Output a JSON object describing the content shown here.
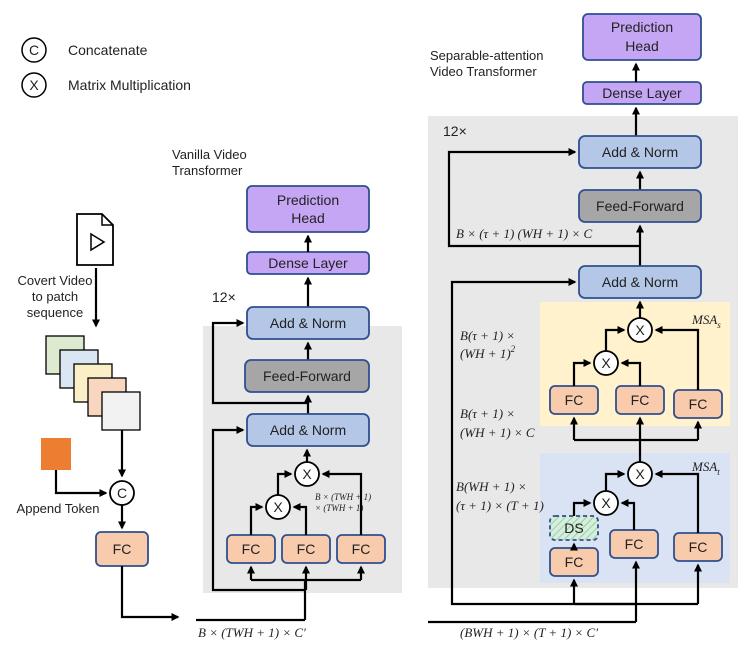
{
  "legend": {
    "concat_symbol": "C",
    "concat_label": "Concatenate",
    "matmul_symbol": "X",
    "matmul_label": "Matrix Multiplication"
  },
  "left": {
    "convert_label_1": "Covert Video",
    "convert_label_2": "to patch",
    "convert_label_3": "sequence",
    "append_label": "Append Token",
    "concat_symbol": "C",
    "fc_label": "FC"
  },
  "vanilla": {
    "title_1": "Vanilla Video",
    "title_2": "Transformer",
    "repeat": "12×",
    "prediction_head_1": "Prediction",
    "prediction_head_2": "Head",
    "dense_layer": "Dense Layer",
    "add_norm_top": "Add & Norm",
    "feed_forward": "Feed-Forward",
    "add_norm_bottom": "Add & Norm",
    "mult_symbol": "X",
    "fc": "FC",
    "shape_annot_1": "B × (TWH + 1)",
    "shape_annot_2": "× (TWH + 1)",
    "input_shape": "B × (TWH + 1)  × C′"
  },
  "separable": {
    "title_1": "Separable-attention",
    "title_2": "Video Transformer",
    "repeat": "12×",
    "prediction_head_1": "Prediction",
    "prediction_head_2": "Head",
    "dense_layer": "Dense Layer",
    "add_norm_top": "Add & Norm",
    "feed_forward": "Feed-Forward",
    "add_norm_mid": "Add & Norm",
    "shape_top": "B × (τ + 1) (WH + 1) × C",
    "msa_s_label": "MSA",
    "msa_s_sub": "s",
    "msa_t_label": "MSA",
    "msa_t_sub": "t",
    "shape_s_1": "B(τ + 1) ×",
    "shape_s_2": "(WH + 1)",
    "shape_s_2_sup": "2",
    "shape_s_fc_1": "B(τ + 1) ×",
    "shape_s_fc_2": "(WH + 1) × C",
    "shape_t_1": "B(WH + 1) ×",
    "shape_t_2": "(τ + 1) × (T + 1)",
    "mult_symbol": "X",
    "fc": "FC",
    "ds": "DS",
    "input_shape": "(BWH + 1) × (T + 1) × C′"
  }
}
